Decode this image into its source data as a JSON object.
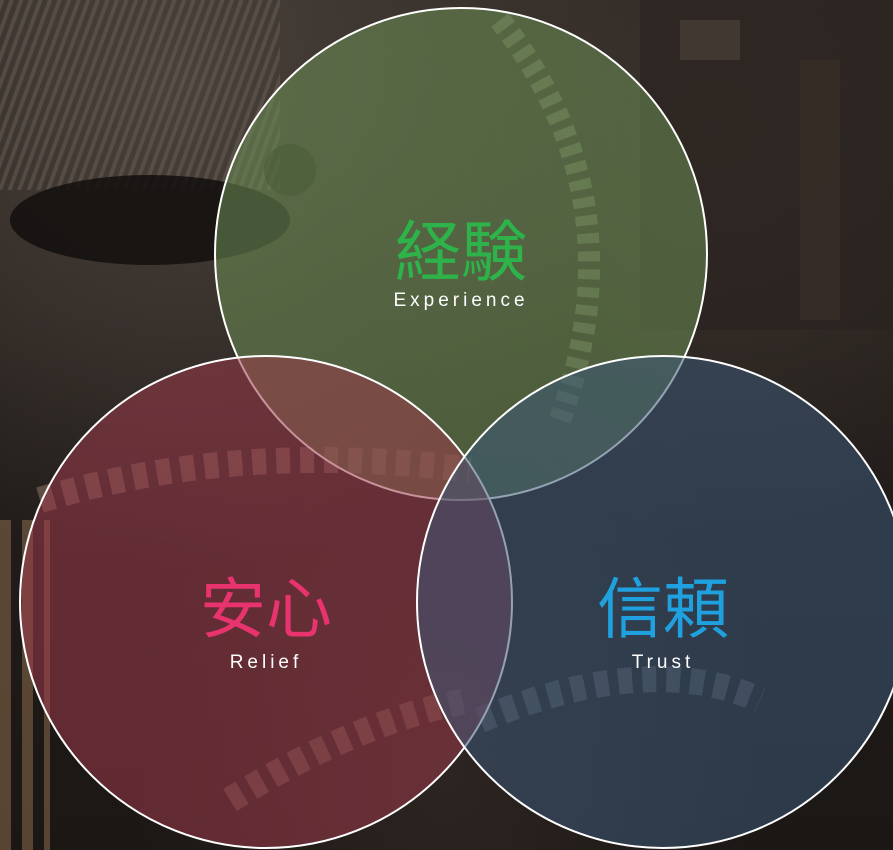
{
  "circles": {
    "experience": {
      "title": "経験",
      "subtitle": "Experience",
      "title_color": "#2db34a",
      "fill_color": "#6e8f55"
    },
    "relief": {
      "title": "安心",
      "subtitle": "Relief",
      "title_color": "#e8336f",
      "fill_color": "#9a3a4a"
    },
    "trust": {
      "title": "信頼",
      "subtitle": "Trust",
      "title_color": "#1fa0df",
      "fill_color": "#3d5877"
    }
  },
  "background": {
    "subject": "industrial gears photograph",
    "tone": "dark sepia"
  }
}
